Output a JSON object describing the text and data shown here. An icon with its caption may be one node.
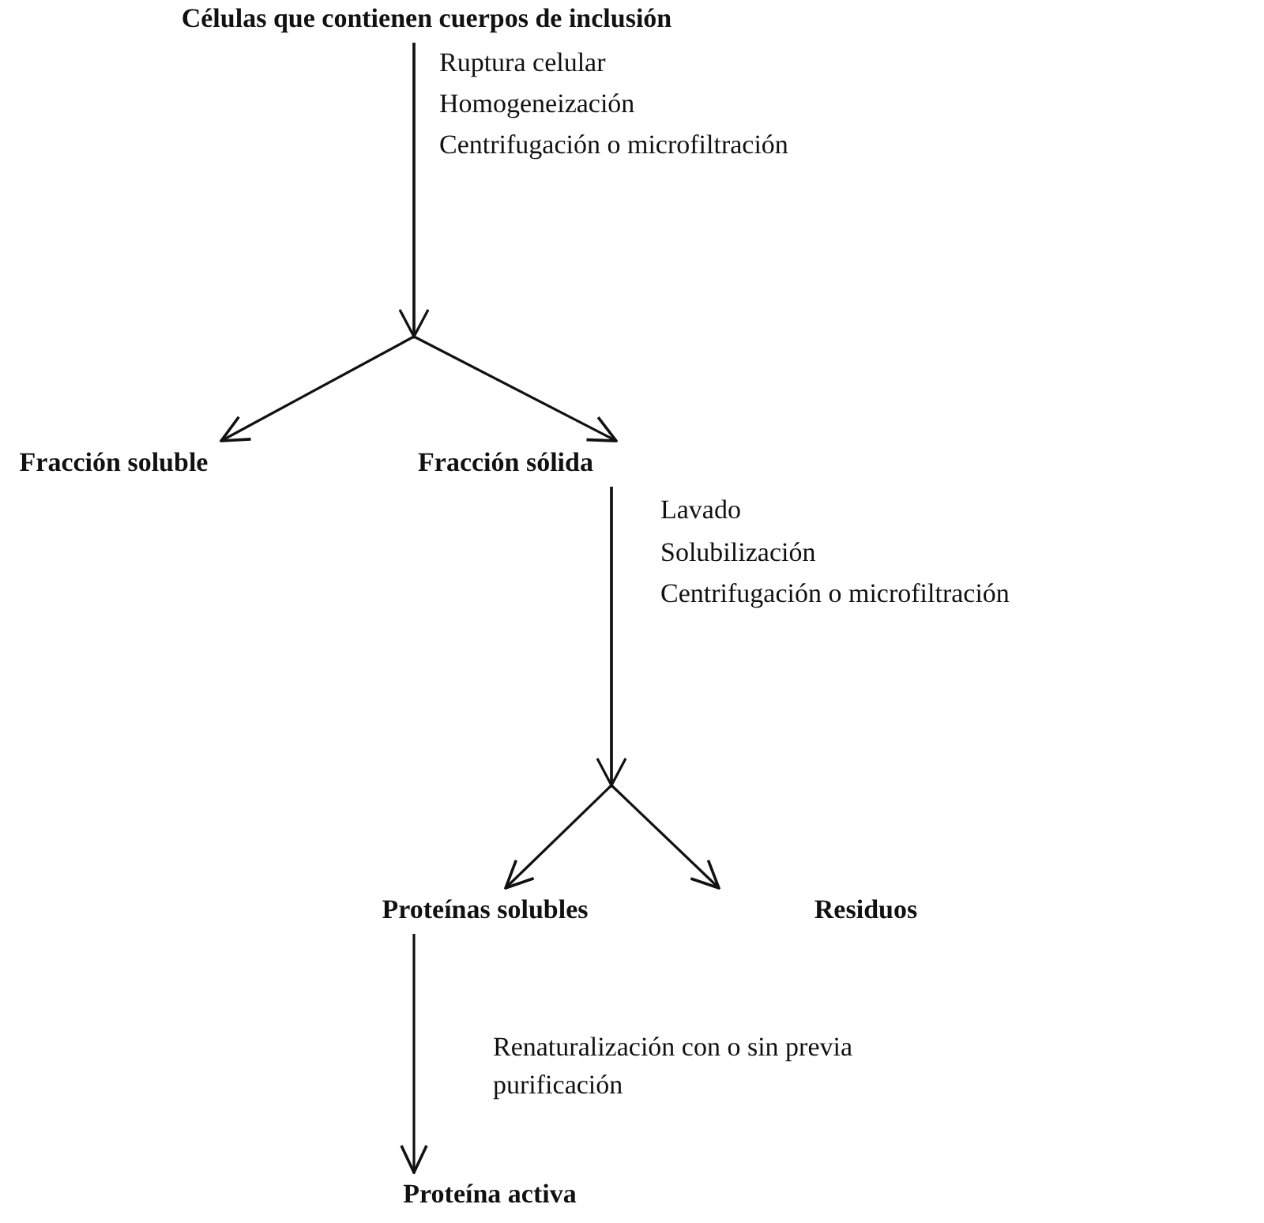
{
  "diagram": {
    "nodes": [
      {
        "text": [
          "Células que contienen cuerpos de inclusión"
        ]
      },
      {
        "text": [
          "Fracción soluble"
        ]
      },
      {
        "text": [
          "Fracción sólida"
        ]
      },
      {
        "text": [
          "Proteínas solubles"
        ]
      },
      {
        "text": [
          "Residuos"
        ]
      },
      {
        "text": [
          "Proteína activa"
        ]
      }
    ],
    "edges": [
      {
        "from": 0,
        "to": 1,
        "arrow": "to"
      },
      {
        "from": 0,
        "to": 2,
        "arrow": "to"
      },
      {
        "from": 2,
        "to": 3,
        "arrow": "to"
      },
      {
        "from": 2,
        "to": 4,
        "arrow": "to"
      },
      {
        "from": 3,
        "to": 5,
        "arrow": "to",
        "label": "Renaturalización con o sin previa purificación"
      }
    ],
    "labels": [
      "Ruptura celular",
      "Homogeneización",
      "Centrifugación o microfiltración",
      "Lavado",
      "Solubilización",
      "Centrifugación o microfiltración"
    ]
  }
}
